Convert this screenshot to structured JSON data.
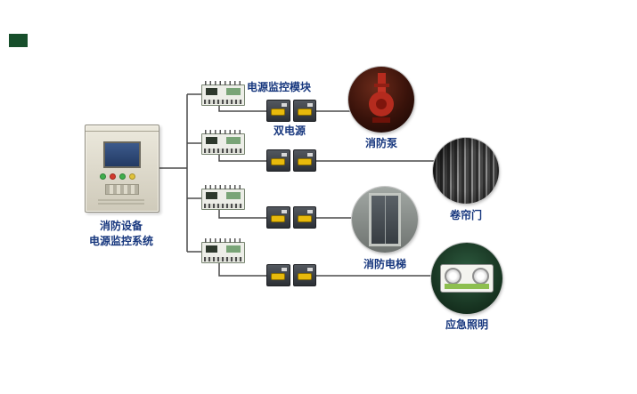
{
  "page": {
    "background": "#ffffff"
  },
  "logo": {
    "color": "#174f2b"
  },
  "cabinet": {
    "label_line1": "消防设备",
    "label_line2": "电源监控系统"
  },
  "annotations": {
    "module_label": "电源监控模块",
    "dual_power_label": "双电源"
  },
  "devices": [
    {
      "name": "消防泵"
    },
    {
      "name": "卷帘门"
    },
    {
      "name": "消防电梯"
    },
    {
      "name": "应急照明"
    }
  ],
  "colors": {
    "label_text": "#17377e",
    "wire": "#4a4a4a",
    "ats_handle": "#e8ba0c",
    "pump_red": "#b52b1e",
    "emergency_green": "#2e5c40"
  }
}
